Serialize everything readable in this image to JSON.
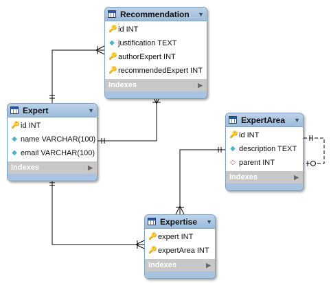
{
  "tables": {
    "recommendation": {
      "name": "Recommendation",
      "columns": [
        {
          "text": "id INT",
          "icon": "key-icon"
        },
        {
          "text": "justification TEXT",
          "icon": "diamond-icon"
        },
        {
          "text": "authorExpert INT",
          "icon": "key-icon"
        },
        {
          "text": "recommendedExpert INT",
          "icon": "key-icon"
        }
      ],
      "indexes": "Indexes"
    },
    "expert": {
      "name": "Expert",
      "columns": [
        {
          "text": "id INT",
          "icon": "key-icon"
        },
        {
          "text": "name VARCHAR(100)",
          "icon": "diamond-icon"
        },
        {
          "text": "email VARCHAR(100)",
          "icon": "diamond-icon"
        }
      ],
      "indexes": "Indexes"
    },
    "expertarea": {
      "name": "ExpertArea",
      "columns": [
        {
          "text": "id INT",
          "icon": "key-icon"
        },
        {
          "text": "description TEXT",
          "icon": "diamond-icon"
        },
        {
          "text": "parent INT",
          "icon": "empty-diamond-icon"
        }
      ],
      "indexes": "Indexes"
    },
    "expertise": {
      "name": "Expertise",
      "columns": [
        {
          "text": "expert INT",
          "icon": "key-icon"
        },
        {
          "text": "expertArea INT",
          "icon": "key-icon"
        }
      ],
      "indexes": "Indexes"
    }
  },
  "colors": {
    "header": "#a9c4e0",
    "indexes_bar": "#c8c8c8",
    "line": "#000000"
  }
}
